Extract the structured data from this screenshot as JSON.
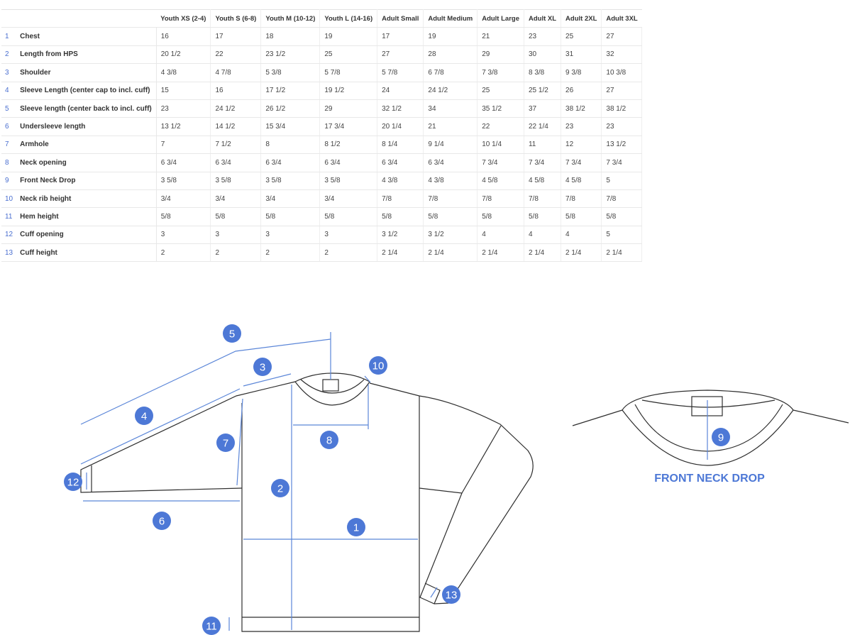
{
  "table": {
    "headers": [
      "",
      "",
      "Youth XS (2-4)",
      "Youth S (6-8)",
      "Youth M (10-12)",
      "Youth L (14-16)",
      "Adult Small",
      "Adult Medium",
      "Adult Large",
      "Adult XL",
      "Adult 2XL",
      "Adult 3XL"
    ],
    "rows": [
      {
        "num": "1",
        "label": "Chest",
        "values": [
          "16",
          "17",
          "18",
          "19",
          "17",
          "19",
          "21",
          "23",
          "25",
          "27"
        ]
      },
      {
        "num": "2",
        "label": "Length from HPS",
        "values": [
          "20 1/2",
          "22",
          "23 1/2",
          "25",
          "27",
          "28",
          "29",
          "30",
          "31",
          "32"
        ]
      },
      {
        "num": "3",
        "label": "Shoulder",
        "values": [
          "4 3/8",
          "4 7/8",
          "5 3/8",
          "5 7/8",
          "5 7/8",
          "6 7/8",
          "7 3/8",
          "8 3/8",
          "9 3/8",
          "10 3/8"
        ]
      },
      {
        "num": "4",
        "label": "Sleeve Length (center cap to incl. cuff)",
        "values": [
          "15",
          "16",
          "17 1/2",
          "19 1/2",
          "24",
          "24 1/2",
          "25",
          "25 1/2",
          "26",
          "27"
        ]
      },
      {
        "num": "5",
        "label": "Sleeve length (center back to incl. cuff)",
        "values": [
          "23",
          "24 1/2",
          "26 1/2",
          "29",
          "32 1/2",
          "34",
          "35 1/2",
          "37",
          "38 1/2",
          "38 1/2"
        ]
      },
      {
        "num": "6",
        "label": "Undersleeve length",
        "values": [
          "13 1/2",
          "14 1/2",
          "15 3/4",
          "17 3/4",
          "20 1/4",
          "21",
          "22",
          "22 1/4",
          "23",
          "23"
        ]
      },
      {
        "num": "7",
        "label": "Armhole",
        "values": [
          "7",
          "7 1/2",
          "8",
          "8 1/2",
          "8 1/4",
          "9 1/4",
          "10 1/4",
          "11",
          "12",
          "13 1/2"
        ]
      },
      {
        "num": "8",
        "label": "Neck opening",
        "values": [
          "6 3/4",
          "6 3/4",
          "6 3/4",
          "6 3/4",
          "6 3/4",
          "6 3/4",
          "7 3/4",
          "7 3/4",
          "7 3/4",
          "7 3/4"
        ]
      },
      {
        "num": "9",
        "label": "Front Neck Drop",
        "values": [
          "3 5/8",
          "3 5/8",
          "3 5/8",
          "3 5/8",
          "4 3/8",
          "4 3/8",
          "4 5/8",
          "4 5/8",
          "4 5/8",
          "5"
        ]
      },
      {
        "num": "10",
        "label": "Neck rib height",
        "values": [
          "3/4",
          "3/4",
          "3/4",
          "3/4",
          "7/8",
          "7/8",
          "7/8",
          "7/8",
          "7/8",
          "7/8"
        ]
      },
      {
        "num": "11",
        "label": "Hem height",
        "values": [
          "5/8",
          "5/8",
          "5/8",
          "5/8",
          "5/8",
          "5/8",
          "5/8",
          "5/8",
          "5/8",
          "5/8"
        ]
      },
      {
        "num": "12",
        "label": "Cuff opening",
        "values": [
          "3",
          "3",
          "3",
          "3",
          "3 1/2",
          "3 1/2",
          "4",
          "4",
          "4",
          "5"
        ]
      },
      {
        "num": "13",
        "label": "Cuff height",
        "values": [
          "2",
          "2",
          "2",
          "2",
          "2 1/4",
          "2 1/4",
          "2 1/4",
          "2 1/4",
          "2 1/4",
          "2 1/4"
        ]
      }
    ]
  },
  "diagram": {
    "markers": [
      "1",
      "2",
      "3",
      "4",
      "5",
      "6",
      "7",
      "8",
      "9",
      "10",
      "11",
      "12",
      "13"
    ],
    "neck_drop_caption": "FRONT NECK DROP"
  },
  "colors": {
    "accent": "#4d78d6",
    "measure_line": "#5b86d8",
    "outline": "#2e2e2e"
  }
}
